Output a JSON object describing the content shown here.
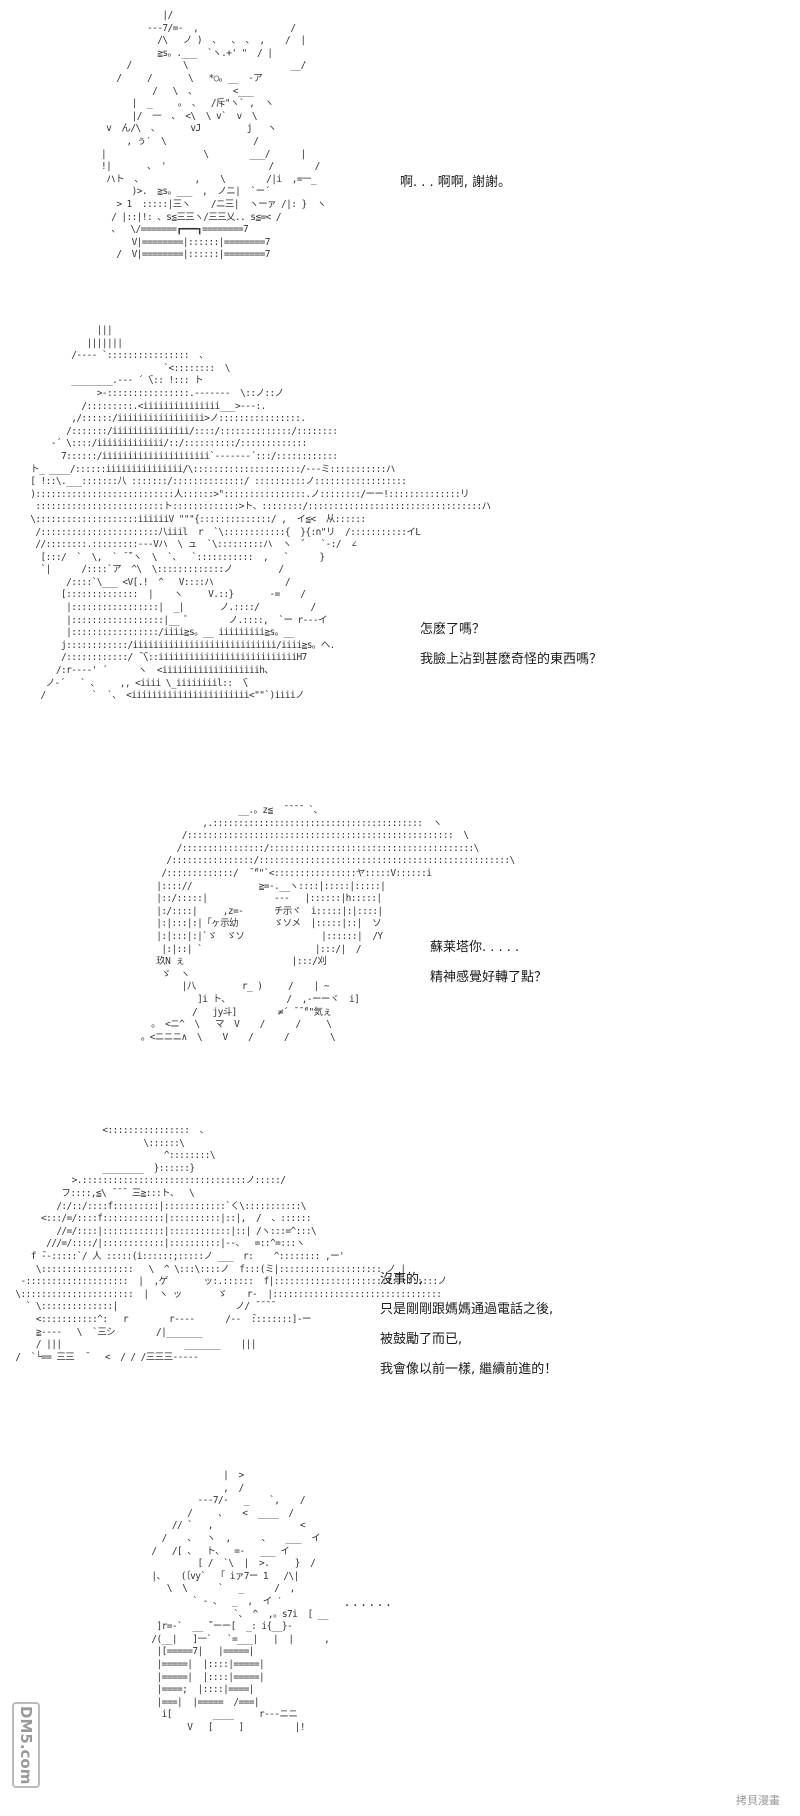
{
  "panels": [
    {
      "art": "                    |/\n                 ---7/=-  ,                  /\n                   /\\   ノ )  、  、 、 ,    /  |\n                   ≧s。.___  `ヽ.+' \"  / |\n             /          \\                    __/\n           /     /       \\   *○。__  -ア\n                  /   \\  、       <___\n              |  _     。 、  /斥\"ヽ` ,  ヽ\n              |/  一  、 <\\  \\ v`  v  \\\n         v  ん/\\  、      vJ         j   ヽ\n             , ぅ′  \\                 /\n        |                   \\        ___/      |\n        !|       、 '                    /        /\n         ハト  、          ,    \\        /|i  ,=一_\n              )>.  ≧s。___  ,  ノニ|  `ー´\n           > 1  :::::|三ヽ    /ニ三|  ヽーァ /|: }  ヽ\n          / |::|!: 、s≦三三ヽ/三三乂.. s≦=< /\n          、  \\/=======┏━━━┓========7\n              V|========|::::::|========7\n           /  V|========|::::::|========7",
      "dialog": [
        "啊. . . 啊啊, 謝謝。"
      ]
    },
    {
      "art": "               ||| \n             |||||||\n          /---- `::::::::::::::::  、\n                            `<::::::::  \\\n          ________.--- ´ ̄\\:: !::: ト\n               >-::::::::::::::::.-------  \\::ノ::ノ\n            /:::::::::.<iiiiiiiiiiiiiii___>---:.\n          ,/::::::/iiiiiiiiiiiiiiiii>ノ::::::::::::::::.\n         /:::::::/iiiiiiiiiiiiiii/::::/::::::::::::::/::::::::\n      -´ \\::::/iiiiiiiiiiiii/::/::::::::::/:::::::::::::\n        7::::::/iiiiiiiiiiiiiiiiiiiii`-------´:::/::::::::::::\n  ト_ ____/::::::iiiiiiiiiiiiiii/\\:::::::::::::::::::::/---ミ:::::::::::ハ\n  [ !::\\.___:::::::八 :::::::/::::::::::::::/ ::::::::::ノ::::::::::::::::::\n  ):::::::::::::::::::::::::::人::::::>\"::::::::::::::::.ノ::::::::/ーー!::::::::::::::リ\n   :::::::::::::::::::::::::ト:::::::::::::>ト、::::::::/::::::::::::::::::::::::::::::::::ハ\n  \\::::::::::::::::::::iiiiiiV \"\"\"{::::::::::::::/ ,  イ≦<  从::::::\n   /:::::::::::::::::::::::八iiil  r  `\\::::::::::::{  }{:n\"リ  /:::::::::::イL\n   //::::::::.:::::::::---Vハ  \\ ュ  `\\:::::::::ハ  ヽ  ゛  `-:/  ∠\n    [:::/  `  \\,  ` ̄ ̄`ヽ  \\  `、  `:::::::::::  ,   `      }\n    `|      /::::`ア  ^\\  \\:::::::::::::ノ         /\n         /::::`\\___ <V[.!  ^   V::::ハ              /\n        [::::::::::::::  |    ヽ     V.::}       -=    /\n         |:::::::::::::::::|  _|       ノ.::::/          /\n         |::::::::::::::::::|__ ゛       ノ.::::,  `ー r---イ\n         |:::::::::::::::::/iiii≧s。__ iiiiiiiii≧s。__\n        j::::::::::::/iiiiiiiiiiiiiiiiiiiiiiiiiiii/iiii≧s。ヘ.\n        /::::::::::::/ ̄ ̄\\::iiiiiiiiiiiiiiiiiiiiiiiiiiiH7\n       /:r----' ´      ヽ  <iiiiiiiiiiiiiiiiiiih、\n     ノ-´   ` 、    ,, <iiii \\_iiiiiiiil::  ̄\\\n    /         `  `、 <iiiiiiiiiiiiiiiiiiiiiii<\"\"`)iiiiノ",
      "dialog": [
        "怎麽了嗎？",
        "我臉上沾到甚麽奇怪的東西嗎？"
      ]
    },
    {
      "art": "                          __.。z≦  ̄ ̄ ̄ ̄  `、\n                   ,.:::::::::::::::::::::::::::::::::::::::::  ヽ \n               /::::::::::::::::::::::::::::::::::::::::::::::::::::  \\\n              /::::::::::::::::/::::::::::::::::::::::::::::::::::::::::\\\n            /::::::::::::::::/:::::::::::::::::::::::::::::::::::::::::::::::::\\\n           /:::::::::::::/  ̄ ̄\"\"`<::::::::::::::::ヤ:::::V::::::i\n          |:::://             ≧=-.__ヽ::::|:::::|:::::|\n          |::/:::::|             ---   |::::::|h:::::|\n          |:/::::|     ,z=-      チ示ヾ  i:::::|:|::::|\n          |:|:::|:|「ヶ示幼       ゞソメ  |:::::|::|  ソ\n          |:|:::|:|`ゞ  ゞソ               |::::::|  /Y\n           |:|::| `                      |:::/|  /\n          玖N ぇ                     |:::/刈\n           ゞ  ヽ\n               |八         r_ )     /    | ~\n                  ]i ト、           /  ,-ーーヾ  i]\n                 /   jy斗]        ≠´ ̄ ̄ ̄\"\"気ぇ\n         。 <ニ^  \\   マ  V    /      /     \\\n       。<ニニニ∧  \\    V    /      /        \\",
      "dialog": [
        "蘇莱塔你. . . . .",
        "精神感覺好轉了點？"
      ]
    },
    {
      "art": "                    <::::::::::::::::  、\n                            \\::::::\\\n                                ^::::::::\\\n                    ________  }::::::}\n              >.::::::::::::::::::::::::::::::::ノ:::::/\n            フ::::,≦\\ ̄ ̄ ̄  三≧:::ト、  \\\n           /:/::/::::f:::::::::|::::::::::::`く\\:::::::::::\\\n        <:::/=/::::f::::::::::::|::::::::::|::|,  /  、::::::\n           //=/::::|::::::::::::|::::::::::::|::| /ヽ:::=^:::\\\n         ///=/::::/|::::::::::::|::::::::::|--、  =::^=:::ヽ\n      f ̄--:::::`/ 人 :::::(i::::::;:::::ノ ___  r:    ^:::::::: ,ー'\n       \\::::::::::::::::::   \\  ^ \\:::\\::::ノ  f:::(ミ|:::::::::::::::::::: ノ_|\n    -::::::::::::::::::::  |  ,ゲ       ッ:.::::::  f|::::::::::::::::::::::::::::::::ノ\n   \\::::::::::::::::::::::  |  ヽ ッ       ゞ    r-  |:::::::::::::::::::::::::::::::::\n     ` \\::::::::::::::|                       ノ/ ̄ ̄ ̄ ̄\n       <:::::::::::^:   r        r----      /--  ̄::::::::]-ー\n       ≧----   \\  `三シ        /|_______\n       / |||                        _______    |||\n   /  `└== 三三  ̄    <  / / /三三三-----",
      "dialog": [
        "沒事的,",
        "只是剛剛跟媽媽通過電話之後,",
        "被鼓勵了而已,",
        "我會像以前一樣, 繼續前進的！"
      ]
    },
    {
      "art": "                          |  >\n                          ,  /\n                     ---7/-   _    `,    /\n                   /     、   <  ____  /\n                // `   ,                 <\n              /    、  ヽ  ,      、   ___  イ\n            /   /[ 、  ト、  =-   ___ イ\n                     [ /  `\\  |  >.     }  /\n            |、   (〔vy`  「 iァ7ー 1   /\\|\n               \\  \\      `   _      /  ,\n                    ` - 、  _  ,  イ ′\n                            `、 ^  ,。s7i  [ __\n             ]r=-`  __ ̄`ーー[  _: i{__}-\n            /(__|   ]一`   `=___|   |  |      ,\n             |[=====7|   |=====|\n             |=====|  |::::|=====|\n             |=====|  |::::|=====|\n             |====;  |::::|====|\n             |===|  |=====  /===|\n              i[        ____     r---ニニ\n                   V   [     ]          |!",
      "dialog": [
        ". . . . . ."
      ]
    }
  ],
  "watermark": {
    "logo_text": "DM5.com",
    "corner_text": "拷貝漫畫"
  }
}
